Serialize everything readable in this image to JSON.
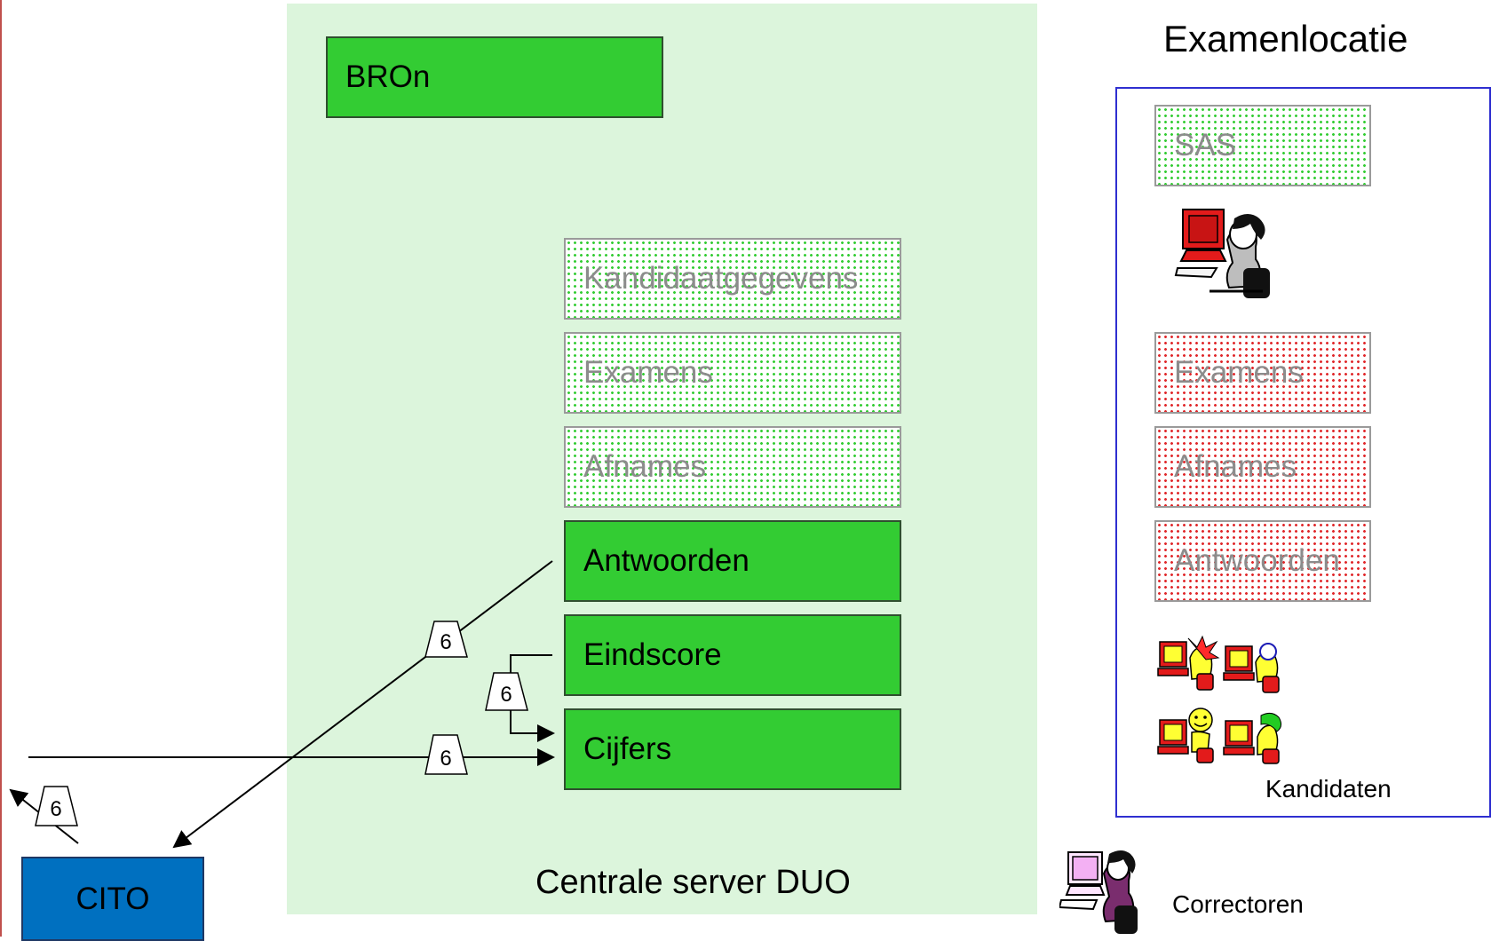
{
  "server": {
    "title": "Centrale server DUO",
    "bron": "BROn",
    "kandidaatgegevens": "Kandidaatgegevens",
    "examens": "Examens",
    "afnames": "Afnames",
    "antwoorden": "Antwoorden",
    "eindscore": "Eindscore",
    "cijfers": "Cijfers"
  },
  "location": {
    "title": "Examenlocatie",
    "sas": "SAS",
    "examens": "Examens",
    "afnames": "Afnames",
    "antwoorden": "Antwoorden",
    "kandidaten": "Kandidaten"
  },
  "external": {
    "cito": "CITO",
    "correctoren": "Correctoren"
  },
  "flows": {
    "step_antwoorden_cito": "6",
    "step_eindscore_cijfers": "6",
    "step_external_cijfers": "6",
    "step_cito_out": "6"
  },
  "colors": {
    "server_bg": "#dcf5dc",
    "solid_green": "#33cc33",
    "cito_blue": "#0070c0",
    "frame_blue": "#2f2fd0",
    "dot_red": "#e0282b"
  },
  "icons": [
    "woman-at-computer-icon",
    "candidate-computer-icon",
    "corrector-at-computer-icon"
  ]
}
